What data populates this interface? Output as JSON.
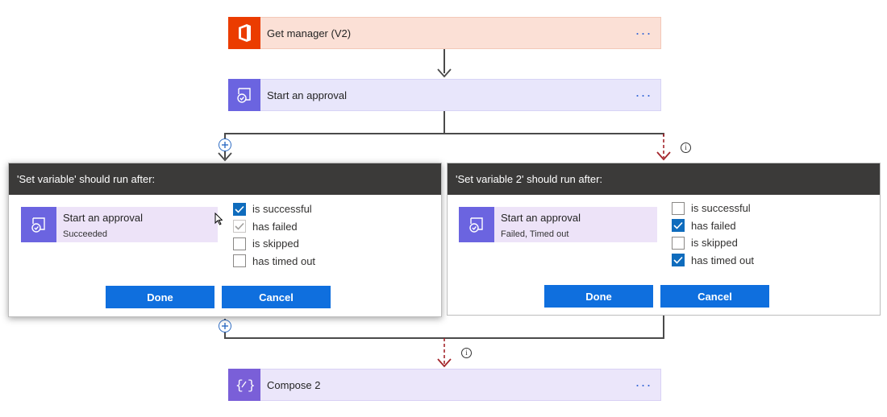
{
  "steps": {
    "get_manager": {
      "title": "Get manager (V2)",
      "more": "···",
      "icon": "office-icon",
      "accent": "#eb3c00",
      "bg": "#fbe0d6"
    },
    "start_approval": {
      "title": "Start an approval",
      "more": "···",
      "icon": "approval-icon",
      "accent": "#6b64e0",
      "bg": "#e8e6fb"
    },
    "compose2": {
      "title": "Compose 2",
      "more": "···",
      "icon": "compose-icon",
      "accent": "#7a5fd8",
      "bg": "#ebe6fa"
    }
  },
  "panel_left": {
    "header": "'Set variable' should run after:",
    "card_title": "Start an approval",
    "card_status": "Succeeded",
    "options": [
      {
        "label": "is successful",
        "checked": true
      },
      {
        "label": "has failed",
        "checked": true,
        "disabled": true
      },
      {
        "label": "is skipped",
        "checked": false
      },
      {
        "label": "has timed out",
        "checked": false
      }
    ],
    "done": "Done",
    "cancel": "Cancel"
  },
  "panel_right": {
    "header": "'Set variable 2' should run after:",
    "card_title": "Start an approval",
    "card_status": "Failed, Timed out",
    "options": [
      {
        "label": "is successful",
        "checked": false
      },
      {
        "label": "has failed",
        "checked": true
      },
      {
        "label": "is skipped",
        "checked": false
      },
      {
        "label": "has timed out",
        "checked": true
      }
    ],
    "done": "Done",
    "cancel": "Cancel"
  },
  "colors": {
    "button": "#0f6fde",
    "run_after_line": "#a4262c",
    "connector": "#4a4a4a",
    "checkbox_on": "#0f6cbd"
  }
}
